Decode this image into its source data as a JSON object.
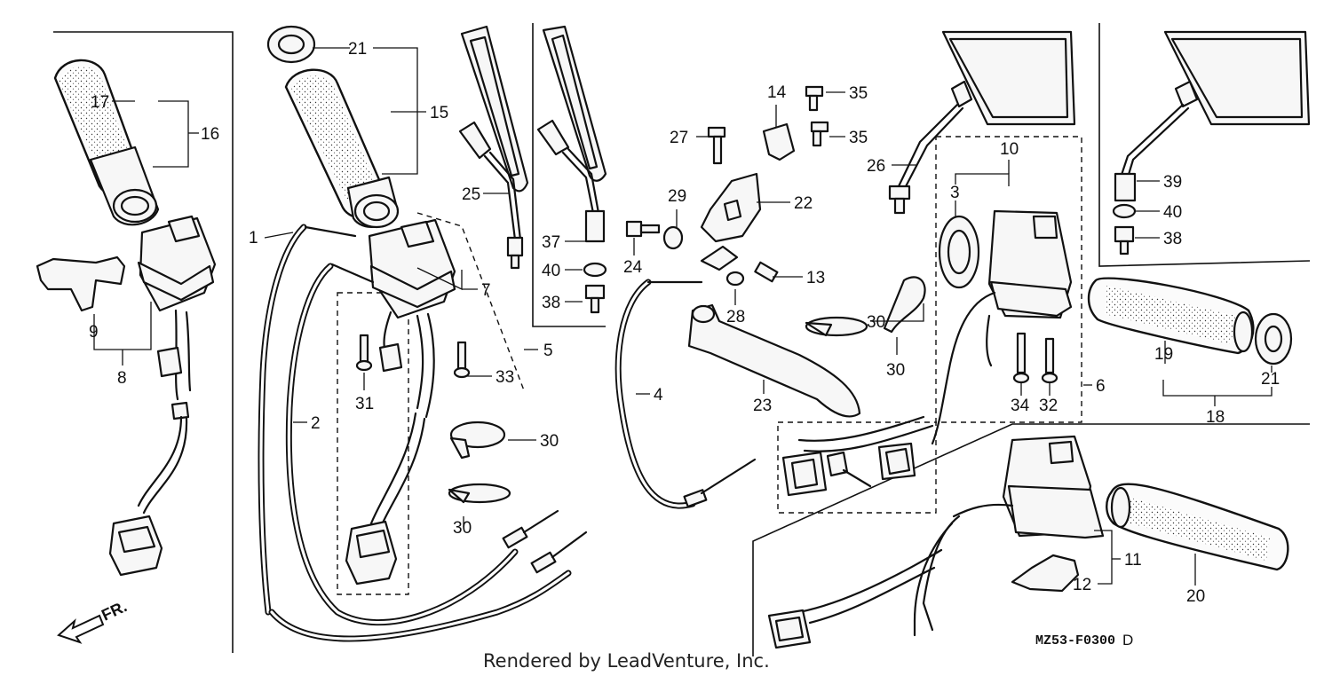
{
  "callouts": [
    {
      "id": "c21a",
      "label": "21"
    },
    {
      "id": "c15",
      "label": "15"
    },
    {
      "id": "c17",
      "label": "17"
    },
    {
      "id": "c16",
      "label": "16"
    },
    {
      "id": "c1",
      "label": "1"
    },
    {
      "id": "c7",
      "label": "7"
    },
    {
      "id": "c25",
      "label": "25"
    },
    {
      "id": "c37",
      "label": "37"
    },
    {
      "id": "c40a",
      "label": "40"
    },
    {
      "id": "c38a",
      "label": "38"
    },
    {
      "id": "c5",
      "label": "5"
    },
    {
      "id": "c9",
      "label": "9"
    },
    {
      "id": "c8",
      "label": "8"
    },
    {
      "id": "c31",
      "label": "31"
    },
    {
      "id": "c33",
      "label": "33"
    },
    {
      "id": "c2",
      "label": "2"
    },
    {
      "id": "c30a",
      "label": "30"
    },
    {
      "id": "c30b",
      "label": "30"
    },
    {
      "id": "c14",
      "label": "14"
    },
    {
      "id": "c35a",
      "label": "35"
    },
    {
      "id": "c35b",
      "label": "35"
    },
    {
      "id": "c27",
      "label": "27"
    },
    {
      "id": "c26",
      "label": "26"
    },
    {
      "id": "c29",
      "label": "29"
    },
    {
      "id": "c22",
      "label": "22"
    },
    {
      "id": "c24",
      "label": "24"
    },
    {
      "id": "c13",
      "label": "13"
    },
    {
      "id": "c28",
      "label": "28"
    },
    {
      "id": "c4",
      "label": "4"
    },
    {
      "id": "c23",
      "label": "23"
    },
    {
      "id": "c10",
      "label": "10"
    },
    {
      "id": "c3",
      "label": "3"
    },
    {
      "id": "c30c",
      "label": "30"
    },
    {
      "id": "c30d",
      "label": "30"
    },
    {
      "id": "c34",
      "label": "34"
    },
    {
      "id": "c32",
      "label": "32"
    },
    {
      "id": "c6",
      "label": "6"
    },
    {
      "id": "c39",
      "label": "39"
    },
    {
      "id": "c40b",
      "label": "40"
    },
    {
      "id": "c38b",
      "label": "38"
    },
    {
      "id": "c19",
      "label": "19"
    },
    {
      "id": "c21b",
      "label": "21"
    },
    {
      "id": "c18",
      "label": "18"
    },
    {
      "id": "c11",
      "label": "11"
    },
    {
      "id": "c12",
      "label": "12"
    },
    {
      "id": "c20",
      "label": "20"
    }
  ],
  "direction_label": "FR.",
  "diagram_code": "MZ53-F0300",
  "diagram_code_suffix": "D",
  "credit_text": "Rendered by LeadVenture, Inc."
}
